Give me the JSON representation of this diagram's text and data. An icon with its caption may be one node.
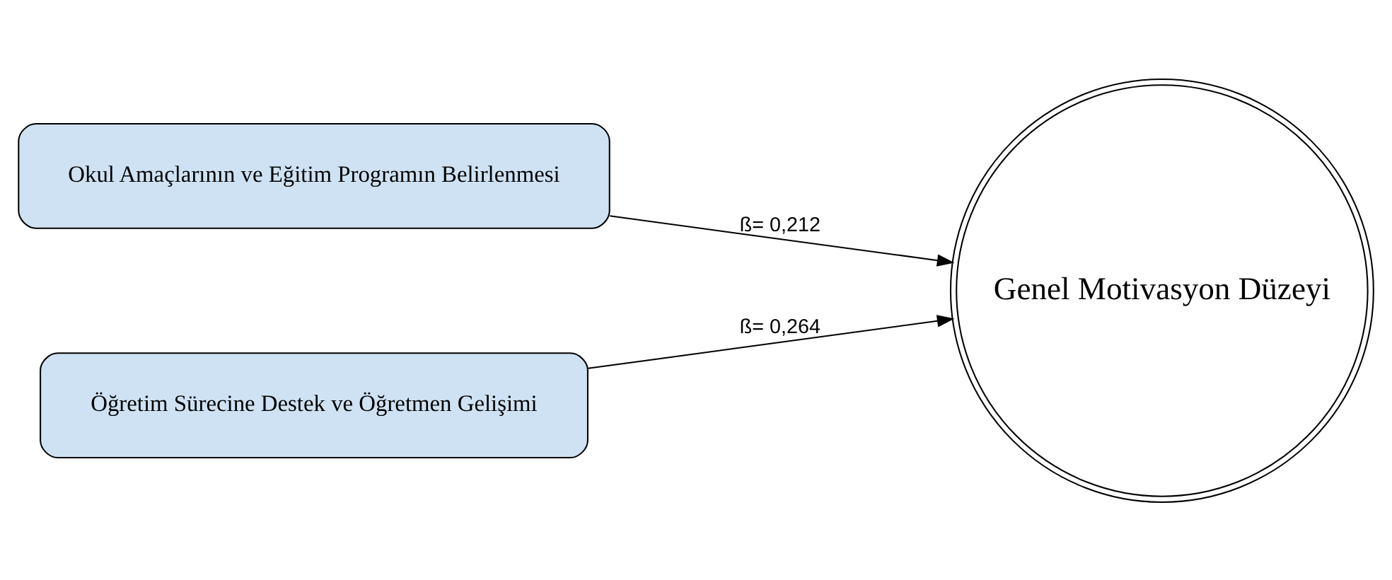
{
  "diagram": {
    "nodes": [
      {
        "text": [
          "Okul Amaçlarının ve Eğitim Programın Belirlenmesi"
        ]
      },
      {
        "text": [
          "Öğretim Sürecine Destek ve Öğretmen Gelişimi"
        ]
      },
      {
        "text": [
          "Genel Motivasyon Düzeyi"
        ]
      }
    ],
    "edges": [
      {
        "from": 0,
        "to": 2,
        "arrow": "to",
        "label": "ß= 0,212"
      },
      {
        "from": 1,
        "to": 2,
        "arrow": "to",
        "label": "ß= 0,264"
      }
    ]
  }
}
